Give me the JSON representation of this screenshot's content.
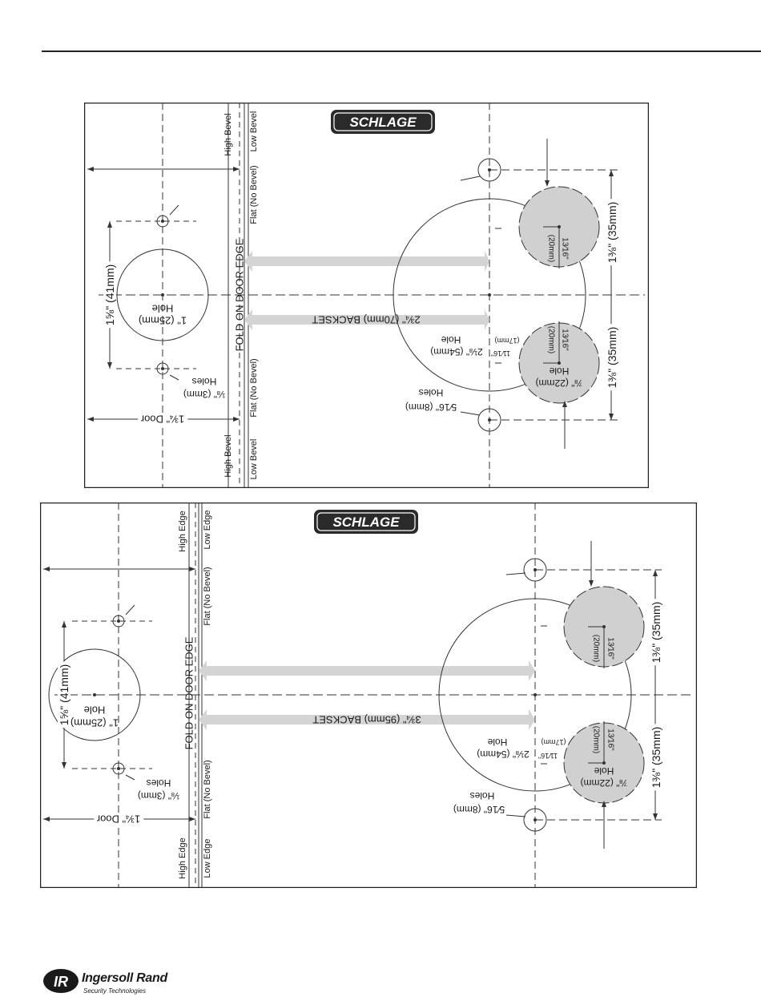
{
  "header_rule": true,
  "brand": {
    "template_logo": "SCHLAGE",
    "company": "Ingersoll Rand",
    "division": "Security Technologies",
    "mark": "IR"
  },
  "templates": [
    {
      "edge_top_left": "High Bevel",
      "edge_top_right": "Low Bevel",
      "edge_bottom_left": "High Bevel",
      "edge_bottom_right": "Low Bevel",
      "flat_top": "Flat (No Bevel)",
      "flat_bottom": "Flat (No Bevel)",
      "fold": "FOLD ON DOOR EDGE",
      "backset": "2¾\" (70mm) BACKSET",
      "door": "1¾\" Door",
      "spacing_41": "1⅝\" (41mm)",
      "hole_1in_a": "1\" (25mm)",
      "hole_1in_b": "Hole",
      "holes_small_a": "⅛\" (3mm)",
      "holes_small_b": "Holes",
      "bore_a": "2⅛\" (54mm)",
      "bore_b": "Hole",
      "bore_offset": "11⁄16\"",
      "bore_offset_mm": "(17mm)",
      "holes_mid_a": "5⁄16\" (8mm)",
      "holes_mid_b": "Holes",
      "hole_78_a": "⅞\" (22mm)",
      "hole_78_b": "Hole",
      "sub_a": "13⁄16\"",
      "sub_b": "(20mm)",
      "dim_35_a": "1⅜\" (35mm)",
      "dim_35_b": "1⅜\" (35mm)"
    },
    {
      "edge_top_left": "High Edge",
      "edge_top_right": "Low Edge",
      "edge_bottom_left": "High Edge",
      "edge_bottom_right": "Low Edge",
      "flat_top": "Flat (No Bevel)",
      "flat_bottom": "Flat (No Bevel)",
      "fold": "FOLD ON DOOR EDGE",
      "backset": "3¾\" (95mm) BACKSET",
      "door": "1¾\" Door",
      "spacing_41": "1⅝\" (41mm)",
      "hole_1in_a": "1\" (25mm)",
      "hole_1in_b": "Hole",
      "holes_small_a": "⅛\" (3mm)",
      "holes_small_b": "Holes",
      "bore_a": "2⅛\" (54mm)",
      "bore_b": "Hole",
      "bore_offset": "11⁄16\"",
      "bore_offset_mm": "(17mm)",
      "holes_mid_a": "5⁄16\" (8mm)",
      "holes_mid_b": "Holes",
      "hole_78_a": "⅞\" (22mm)",
      "hole_78_b": "Hole",
      "sub_a": "13⁄16\"",
      "sub_b": "(20mm)",
      "dim_35_a": "1⅜\" (35mm)",
      "dim_35_b": "1⅜\" (35mm)"
    }
  ]
}
